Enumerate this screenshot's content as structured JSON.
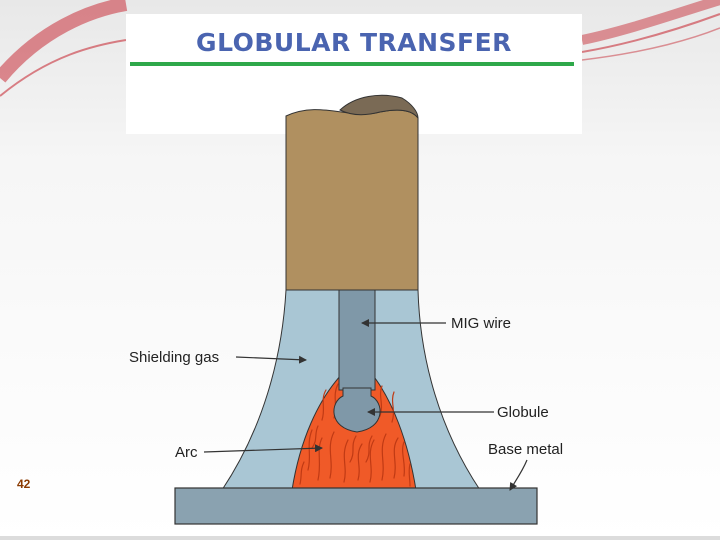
{
  "slide": {
    "title": "GLOBULAR TRANSFER",
    "number": "42"
  },
  "labels": {
    "mig_wire": "MIG wire",
    "shielding_gas": "Shielding gas",
    "globule": "Globule",
    "arc": "Arc",
    "base_metal": "Base metal"
  },
  "colors": {
    "title": "#4a64b0",
    "title_rule": "#2ea84a",
    "accent_red": "#c8303a",
    "nozzle": "#b09060",
    "nozzle_top": "#7a6a55",
    "shielding_gas": "#a9c6d4",
    "wire": "#7f98a8",
    "arc": "#f05a28",
    "arc_streaks": "#c03a14",
    "base_metal": "#8aa2b0",
    "outline": "#333333"
  }
}
